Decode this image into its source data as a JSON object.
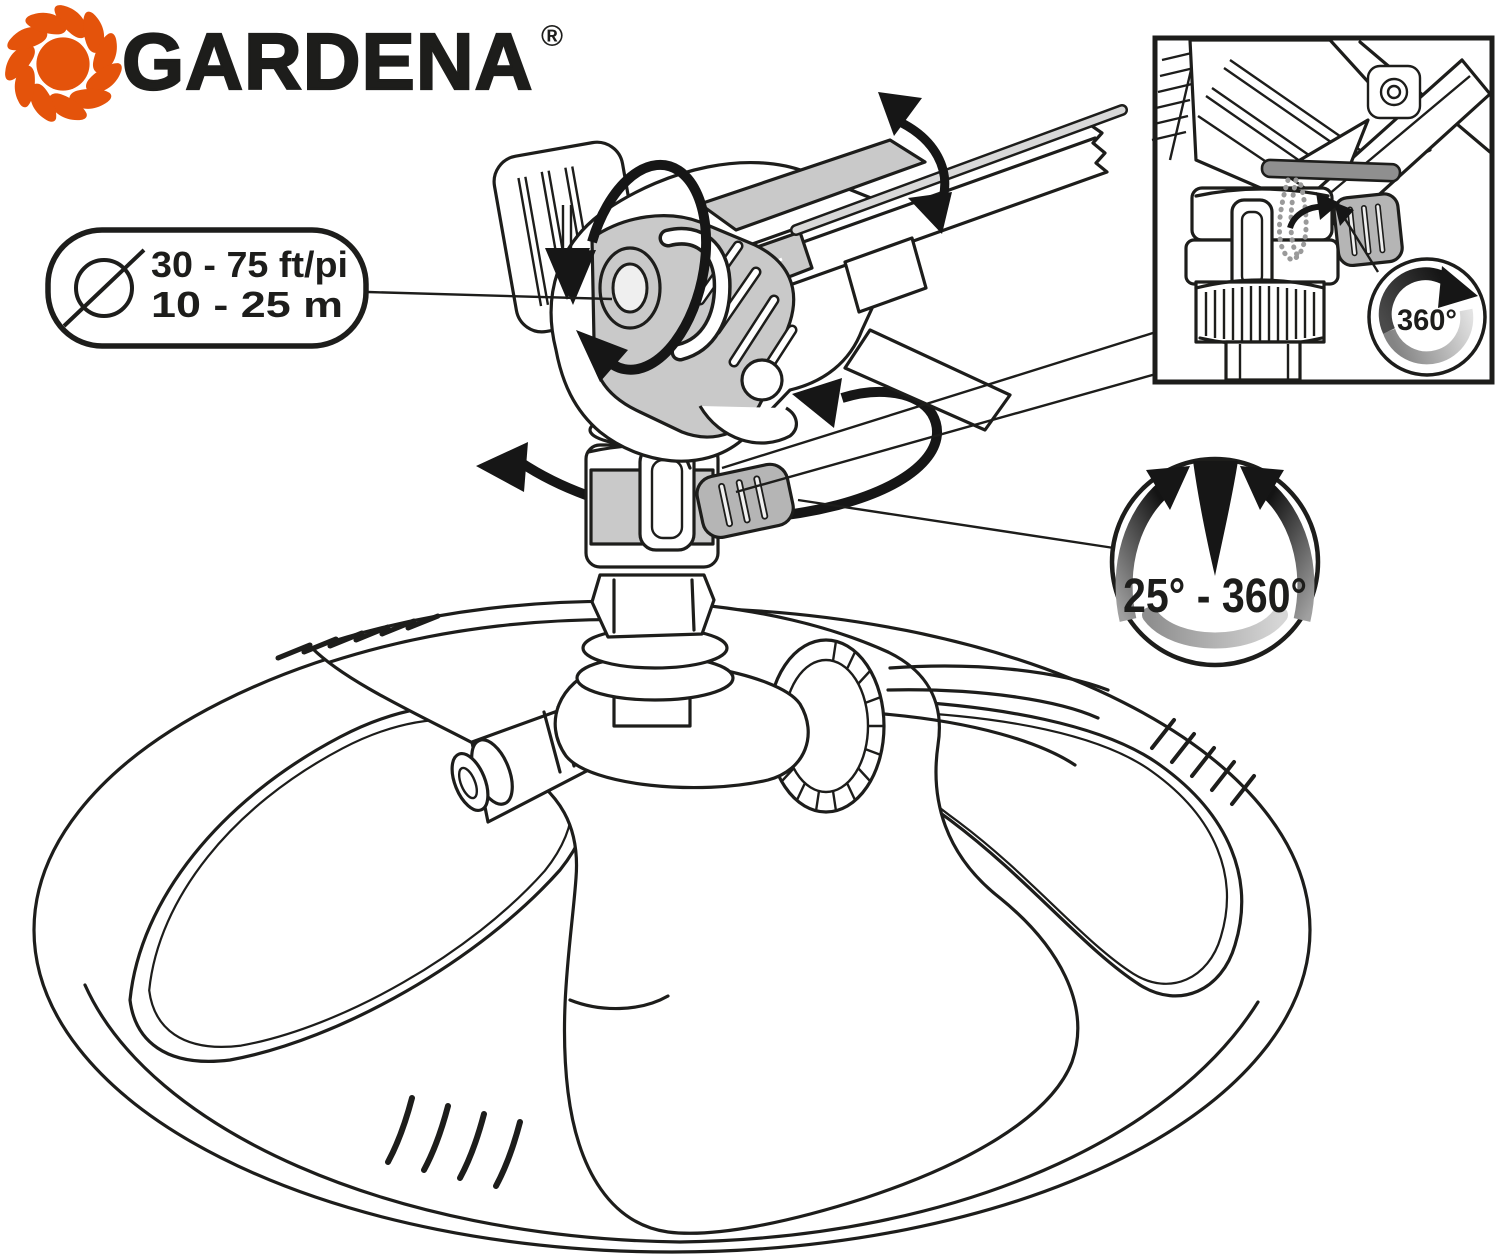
{
  "brand": {
    "name": "GARDENA",
    "registered": "®"
  },
  "spray_width_callout": {
    "icon": "diameter-icon",
    "line1": "30 - 75 ft/pi",
    "line2": "10 - 25 m"
  },
  "detail_inset": {
    "rotation_badge": "360°",
    "icon": "ring-arrow-icon"
  },
  "sector_badge": {
    "range_label": "25° - 360°",
    "icon": "sector-arrows-icon"
  },
  "icons": {
    "brand_flower": "gardena-flower-icon",
    "diameter": "diameter-icon",
    "head_rotation_loop": "rotation-loop-arrow-icon",
    "head_down": "down-arrow-icon",
    "nozzle_tilt": "tilt-arrow-icon",
    "collar_swivel": "swivel-arrow-icon",
    "ring_360": "ring-arrow-icon",
    "sector_range": "sector-arrows-icon"
  },
  "colors": {
    "brand_orange": "#e4530b",
    "outline": "#1d1d1b",
    "shade_light": "#c9c9c9",
    "shade_mid": "#b5b5b5",
    "shade_dark": "#8f8f8f",
    "badge_ring_light": "#d9d9d9",
    "background": "#ffffff"
  }
}
